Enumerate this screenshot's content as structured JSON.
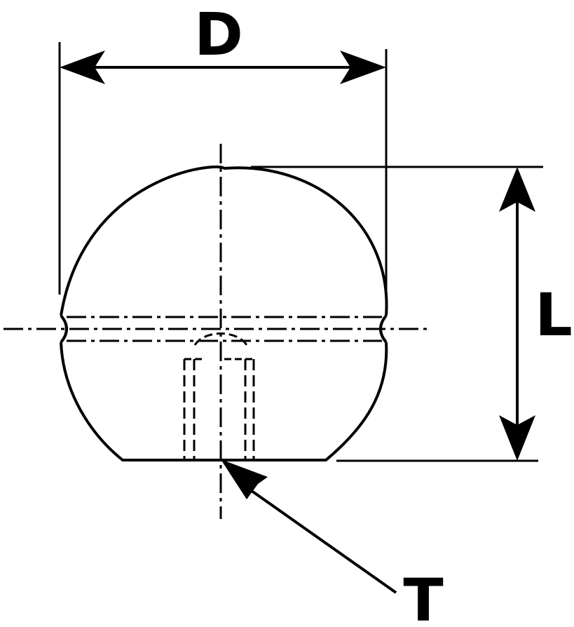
{
  "labels": {
    "diameter": "D",
    "length": "L",
    "thread": "T"
  },
  "colors": {
    "line": "#000000",
    "background": "#ffffff"
  }
}
